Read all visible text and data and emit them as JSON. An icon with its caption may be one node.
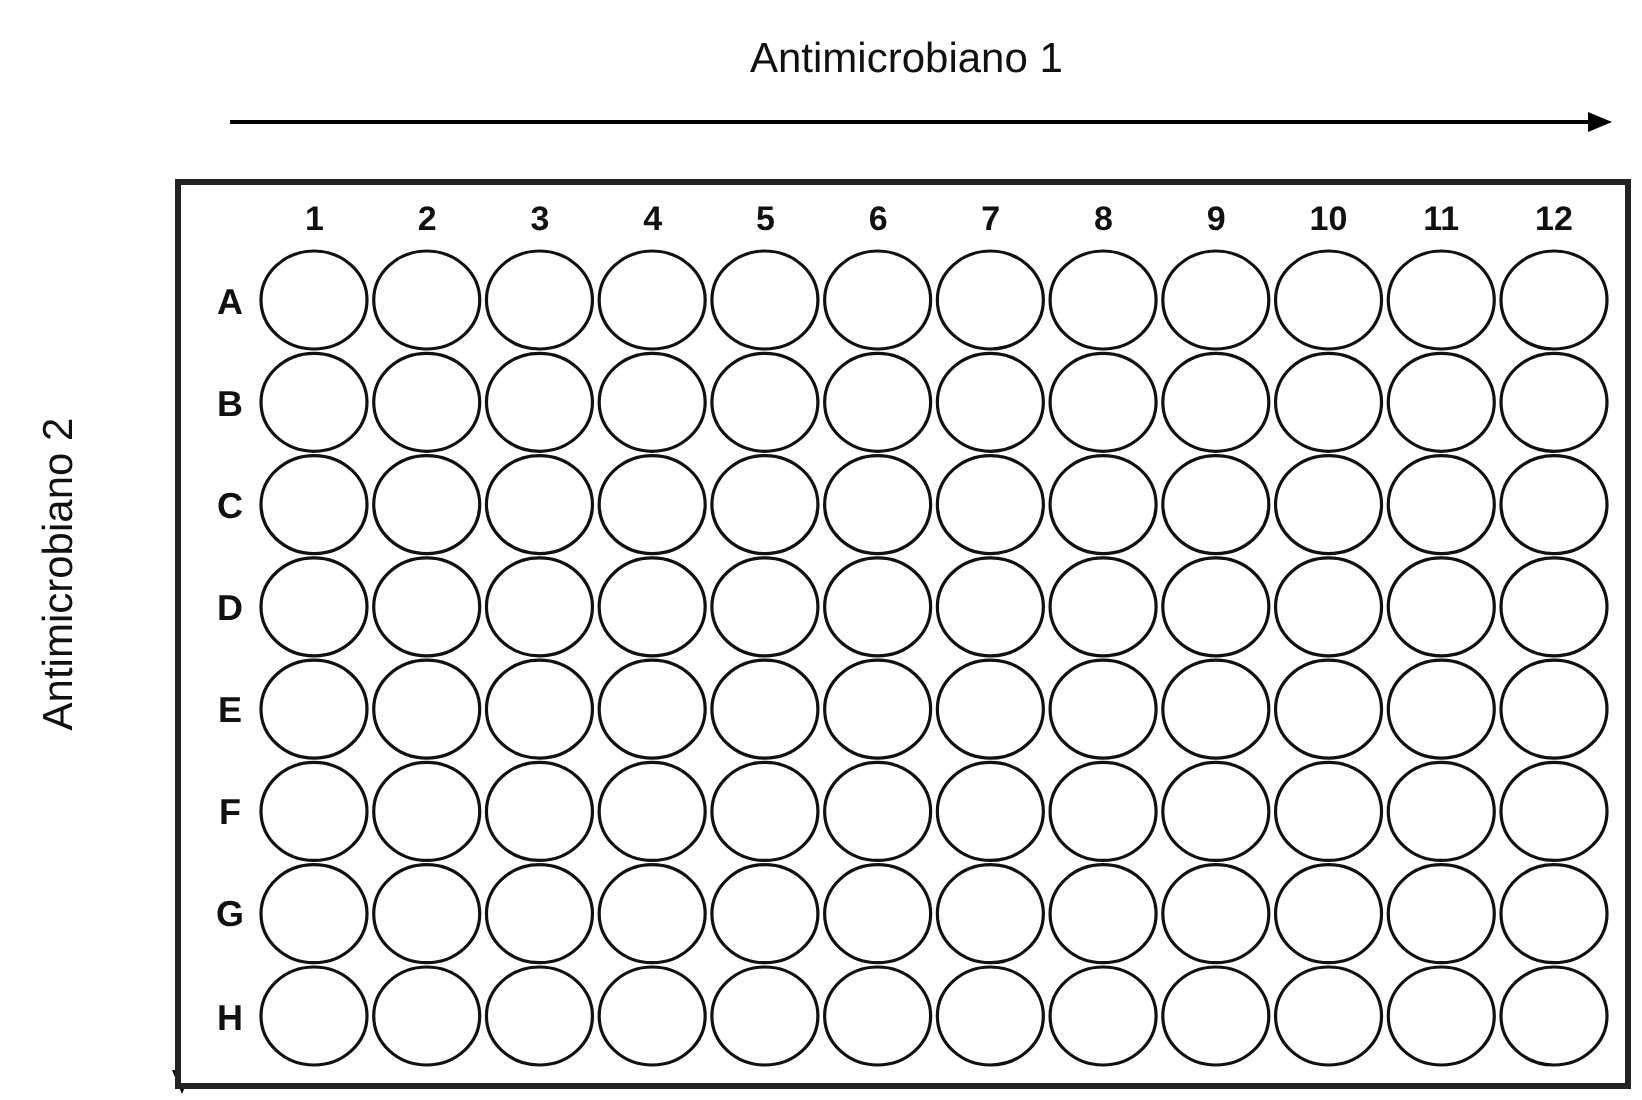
{
  "diagram": {
    "labels": [
      "Antimicrobiano 1",
      "Antimicrobiano 2",
      "1",
      "2",
      "3",
      "4",
      "5",
      "6",
      "7",
      "8",
      "9",
      "10",
      "11",
      "12",
      "A",
      "B",
      "C",
      "D",
      "E",
      "F",
      "G",
      "H"
    ]
  }
}
